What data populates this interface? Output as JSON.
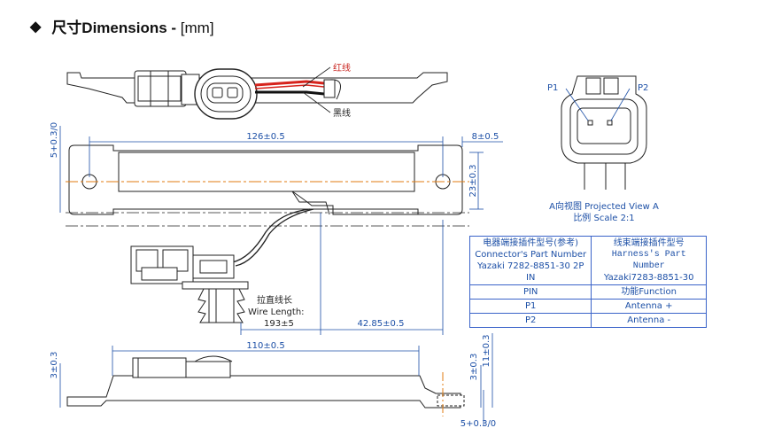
{
  "heading": {
    "bullet": "◆",
    "title": "尺寸Dimensions - ",
    "unit_open": "[",
    "unit": "mm",
    "unit_close": "]"
  },
  "wire_labels": {
    "red": "红线",
    "black": "黑线"
  },
  "pins": {
    "p1": "P1",
    "p2": "P2"
  },
  "view_caption": {
    "line1": "A向视图 Projected View A",
    "line2": "比例 Scale 2:1"
  },
  "dimensions": {
    "length_top": "126±0.5",
    "end_offset": "8±0.5",
    "height_left": "5+0.3/0",
    "width_right": "23±0.3",
    "wire_length_cn": "拉直线长",
    "wire_length_en": "Wire Length:",
    "wire_length_val": "193±5",
    "offset_bottom": "42.85±0.5",
    "length_side": "110±0.5",
    "thick_left": "3±0.3",
    "thick_right": "3±0.3",
    "height_right": "11±0.3",
    "height_bottom": "5+0.3/0"
  },
  "table": {
    "header_left_cn": "电器端接插件型号(参考)",
    "header_left_en": "Connector's Part Number",
    "header_left_pn": "Yazaki 7282-8851-30 2P IN",
    "header_right_cn": "线束端接插件型号",
    "header_right_en": "Harness's Part Number",
    "header_right_pn": "Yazaki7283-8851-30",
    "rows": [
      {
        "left": "PIN",
        "right": "功能Function"
      },
      {
        "left": "P1",
        "right": "Antenna +"
      },
      {
        "left": "P2",
        "right": "Antenna -"
      }
    ]
  },
  "colors": {
    "line": "#222222",
    "dim": "#1c4fa6",
    "center": "#e07b12",
    "red_wire": "#d6231c"
  }
}
